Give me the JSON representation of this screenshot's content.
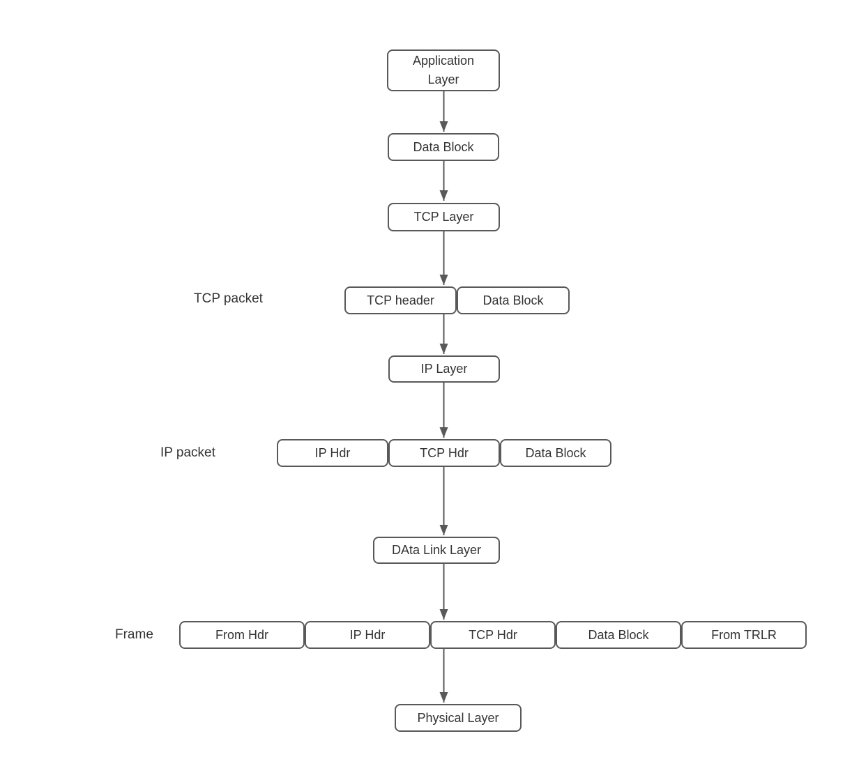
{
  "diagram": {
    "nodes": {
      "application_layer": "Application Layer",
      "data_block_1": "Data Block",
      "tcp_layer": "TCP Layer",
      "tcp_header": "TCP header",
      "data_block_2": "Data Block",
      "ip_layer": "IP Layer",
      "ip_hdr_1": "IP Hdr",
      "tcp_hdr_1": "TCP Hdr",
      "data_block_3": "Data Block",
      "data_link_layer": "DAta Link Layer",
      "from_hdr": "From Hdr",
      "ip_hdr_2": "IP Hdr",
      "tcp_hdr_2": "TCP Hdr",
      "data_block_4": "Data Block",
      "from_trlr": "From TRLR",
      "physical_layer": "Physical Layer"
    },
    "row_labels": {
      "tcp_packet": "TCP packet",
      "ip_packet": "IP packet",
      "frame": "Frame"
    },
    "colors": {
      "node_border": "#595959",
      "node_fill": "#ffffff",
      "text": "#333333",
      "arrow": "#595959",
      "canvas_background": "#ffffff"
    }
  }
}
